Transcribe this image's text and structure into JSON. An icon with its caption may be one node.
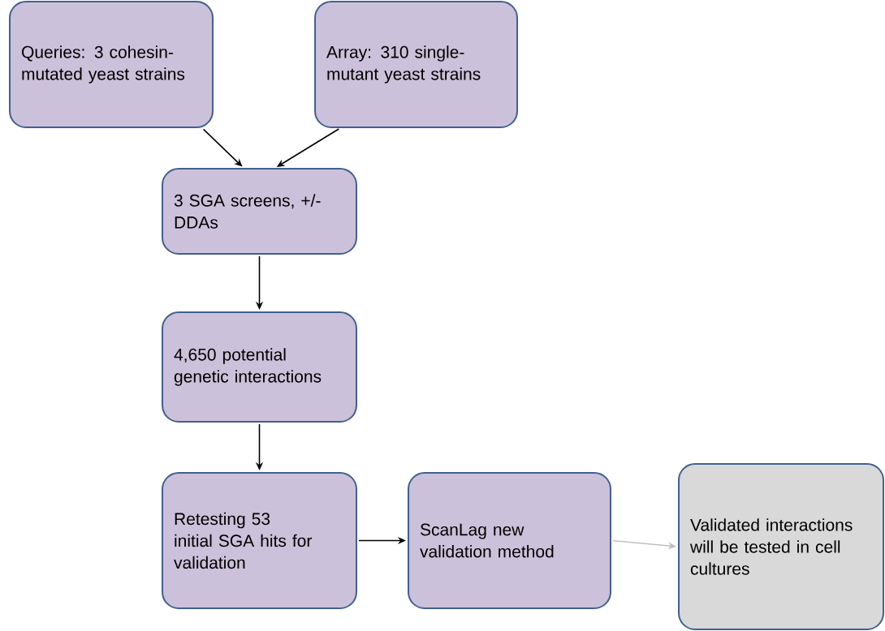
{
  "diagram": {
    "nodes": [
      {
        "text": [
          "Queries: 3 cohesin-mutated yeast strains"
        ]
      },
      {
        "text": [
          "Array: 310 single-mutant yeast strains"
        ]
      },
      {
        "text": [
          "3 SGA screens, +/- DDAs"
        ]
      },
      {
        "text": [
          "4,650 potential genetic interactions"
        ]
      },
      {
        "text": [
          "Retesting  53 initial  SGA hits for validation"
        ]
      },
      {
        "text": [
          "ScanLag new validation method"
        ]
      },
      {
        "text": [
          "Validated interactions will be tested in cell cultures"
        ]
      }
    ],
    "edges": [
      {
        "from": 0,
        "to": 2,
        "arrow": "to"
      },
      {
        "from": 1,
        "to": 2,
        "arrow": "to"
      },
      {
        "from": 2,
        "to": 3,
        "arrow": "to"
      },
      {
        "from": 3,
        "to": 4,
        "arrow": "to"
      },
      {
        "from": 4,
        "to": 5,
        "arrow": "to"
      },
      {
        "from": 5,
        "to": 6,
        "arrow": "to",
        "color": "#bfbfbf"
      }
    ]
  }
}
